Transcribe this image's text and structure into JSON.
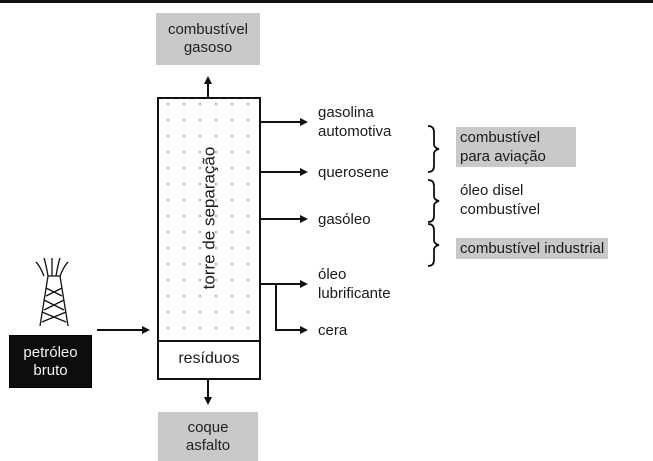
{
  "products_top": {
    "line1": "combustível",
    "line2": "gasoso"
  },
  "products_bottom": {
    "line1": "coque",
    "line2": "asfalto"
  },
  "source": {
    "line1": "petróleo",
    "line2": "bruto"
  },
  "tower": {
    "label": "torre de separação",
    "residue": "resíduos"
  },
  "fractions": [
    {
      "lines": [
        "gasolina",
        "automotiva"
      ]
    },
    {
      "lines": [
        "querosene"
      ]
    },
    {
      "lines": [
        "gasóleo"
      ]
    },
    {
      "lines": [
        "óleo",
        "lubrificante"
      ]
    },
    {
      "lines": [
        "cera"
      ]
    }
  ],
  "uses": {
    "aviation": {
      "line1": "combustível",
      "line2": "para aviação"
    },
    "diesel": {
      "line1": "óleo disel",
      "line2": "combustível"
    },
    "industrial": "combustível industrial"
  },
  "colors": {
    "highlight": "#c9c9c9",
    "source_box": "#0d0d0d",
    "dots": "#bdbdbd"
  }
}
